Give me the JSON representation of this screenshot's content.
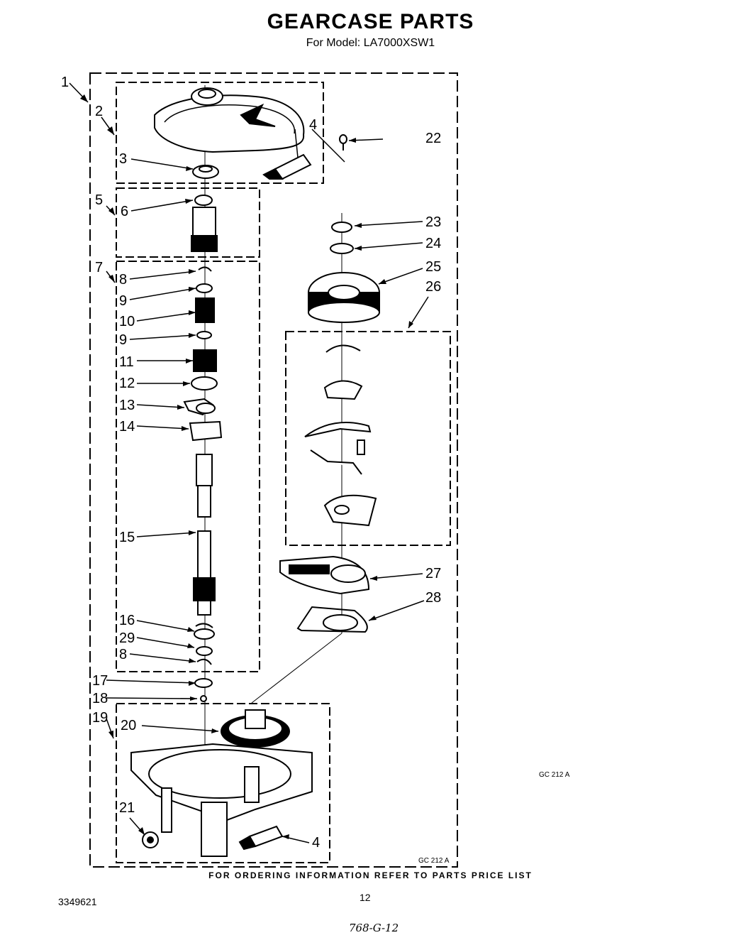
{
  "header": {
    "title": "GEARCASE PARTS",
    "subtitle": "For Model: LA7000XSW1"
  },
  "footer": {
    "ordering_note": "FOR ORDERING INFORMATION REFER TO PARTS PRICE LIST",
    "document_number": "3349621",
    "page_number": "12",
    "handwritten_code": "768-G-12"
  },
  "figure_codes": [
    "GC 212 A",
    "GC 212 A"
  ],
  "callouts": {
    "c1": "1",
    "c2": "2",
    "c3": "3",
    "c4a": "4",
    "c5": "5",
    "c6": "6",
    "c7": "7",
    "c8a": "8",
    "c9a": "9",
    "c10": "10",
    "c9b": "9",
    "c11": "11",
    "c12": "12",
    "c13": "13",
    "c14": "14",
    "c15": "15",
    "c16": "16",
    "c29": "29",
    "c8b": "8",
    "c17": "17",
    "c18": "18",
    "c19": "19",
    "c20": "20",
    "c21": "21",
    "c4b": "4",
    "c22": "22",
    "c23": "23",
    "c24": "24",
    "c25": "25",
    "c26": "26",
    "c27": "27",
    "c28": "28"
  }
}
